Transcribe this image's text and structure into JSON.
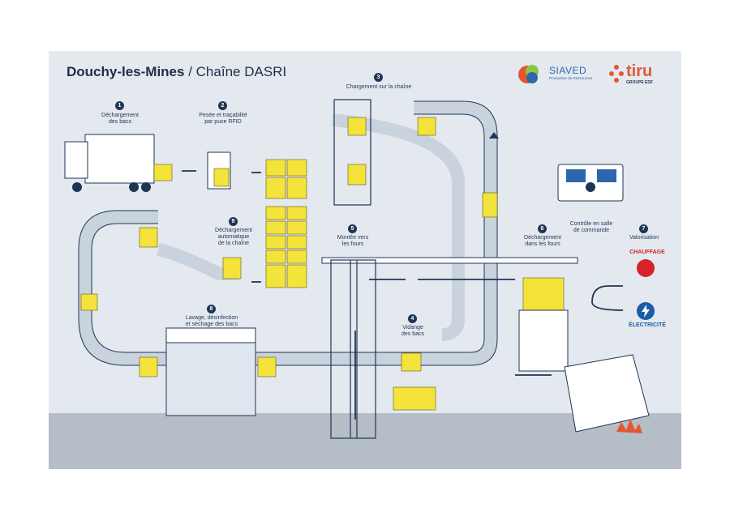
{
  "title": {
    "place": "Douchy-les-Mines",
    "separator": " / ",
    "subtitle": "Chaîne DASRI"
  },
  "logos": {
    "siaved": {
      "name": "SIAVED",
      "tagline": "Producteur de Ressources"
    },
    "tiru": {
      "name": "tiru",
      "tagline": "GROUPE EDF"
    }
  },
  "steps": [
    {
      "n": "1",
      "label": "Déchargement\ndes bacs"
    },
    {
      "n": "2",
      "label": "Pesée et traçabilité\npar puce RFID"
    },
    {
      "n": "3",
      "label": "Chargement sur la chaîne"
    },
    {
      "n": "4",
      "label": "Vidange\ndes bacs"
    },
    {
      "n": "5",
      "label": "Montée vers\nles fours"
    },
    {
      "n": "6",
      "label": "Déchargement\ndans les fours"
    },
    {
      "n": "7",
      "label": "Valorisation"
    },
    {
      "n": "8",
      "label": "Lavage, désinfection\net séchage des bacs"
    },
    {
      "n": "9",
      "label": "Déchargement\nautomatique\nde la chaîne"
    }
  ],
  "control_room": "Contrôle en salle\nde commande",
  "outputs": {
    "heat": "CHAUFFAGE",
    "electricity": "ÉLECTRICITÉ"
  },
  "colors": {
    "bin": "#f3e33a",
    "navy": "#1f3556",
    "red": "#d8222a",
    "blue": "#1a5ca8",
    "orange": "#e4572e"
  }
}
